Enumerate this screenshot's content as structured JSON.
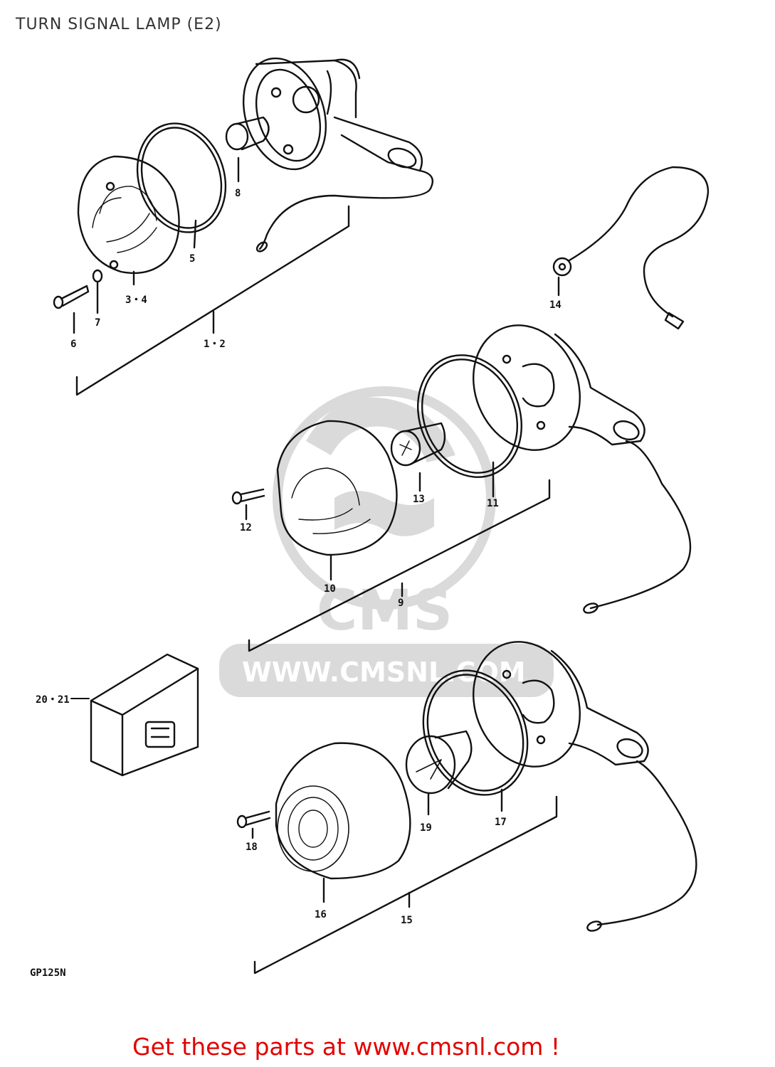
{
  "diagram": {
    "title": "TURN SIGNAL LAMP (E2)",
    "model_code": "GP125N",
    "parts": [
      {
        "ref": "1-2",
        "label": "1・2"
      },
      {
        "ref": "3-4",
        "label": "3・4"
      },
      {
        "ref": "5",
        "label": "5"
      },
      {
        "ref": "6",
        "label": "6"
      },
      {
        "ref": "7",
        "label": "7"
      },
      {
        "ref": "8",
        "label": "8"
      },
      {
        "ref": "9",
        "label": "9"
      },
      {
        "ref": "10",
        "label": "10"
      },
      {
        "ref": "11",
        "label": "11"
      },
      {
        "ref": "12",
        "label": "12"
      },
      {
        "ref": "13",
        "label": "13"
      },
      {
        "ref": "14",
        "label": "14"
      },
      {
        "ref": "15",
        "label": "15"
      },
      {
        "ref": "16",
        "label": "16"
      },
      {
        "ref": "17",
        "label": "17"
      },
      {
        "ref": "18",
        "label": "18"
      },
      {
        "ref": "19",
        "label": "19"
      },
      {
        "ref": "20-21",
        "label": "20・21"
      }
    ]
  },
  "watermark": {
    "logo_text": "CMS",
    "url_text": "WWW.CMSNL.COM"
  },
  "footer": {
    "link_text": "Get these parts at www.cmsnl.com !"
  },
  "colors": {
    "line": "#111111",
    "watermark": "#d6d6d6",
    "footer": "#e30000"
  }
}
